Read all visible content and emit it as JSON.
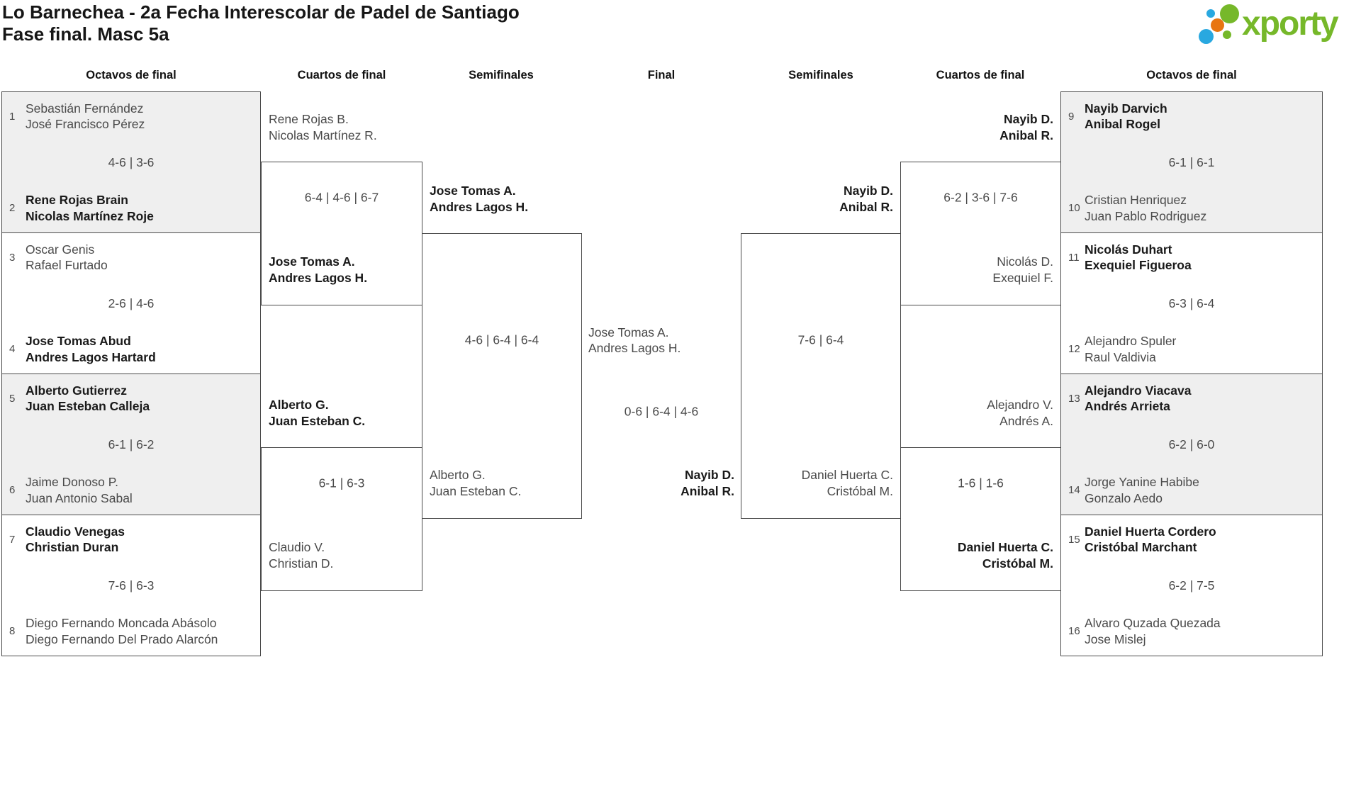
{
  "header": {
    "title_line1": "Lo Barnechea - 2a Fecha Interescolar de Padel de Santiago",
    "title_line2": "Fase final. Masc 5a",
    "brand": "xporty"
  },
  "colors": {
    "brand_green": "#76b82a",
    "dot_blue": "#29a8e0",
    "dot_orange": "#e87511",
    "box_border": "#4a4a4a",
    "shaded_box_bg": "#efefef",
    "text_normal": "#4a4a4a",
    "text_winner": "#1a1a1a"
  },
  "round_headers": [
    "Octavos de final",
    "Cuartos de final",
    "Semifinales",
    "Final",
    "Semifinales",
    "Cuartos de final",
    "Octavos de final"
  ],
  "octavos_left": [
    {
      "seed_top": "1",
      "team_top": [
        "Sebastián Fernández",
        "José Francisco Pérez"
      ],
      "top_winner": false,
      "score": "4-6 | 3-6",
      "seed_bottom": "2",
      "team_bottom": [
        "Rene Rojas Brain",
        "Nicolas Martínez Roje"
      ],
      "bottom_winner": true
    },
    {
      "seed_top": "3",
      "team_top": [
        "Oscar Genis",
        "Rafael Furtado"
      ],
      "top_winner": false,
      "score": "2-6 | 4-6",
      "seed_bottom": "4",
      "team_bottom": [
        "Jose Tomas Abud",
        "Andres Lagos Hartard"
      ],
      "bottom_winner": true
    },
    {
      "seed_top": "5",
      "team_top": [
        "Alberto Gutierrez",
        "Juan Esteban Calleja"
      ],
      "top_winner": true,
      "score": "6-1 | 6-2",
      "seed_bottom": "6",
      "team_bottom": [
        "Jaime Donoso P.",
        "Juan Antonio Sabal"
      ],
      "bottom_winner": false
    },
    {
      "seed_top": "7",
      "team_top": [
        "Claudio Venegas",
        "Christian Duran"
      ],
      "top_winner": true,
      "score": "7-6 | 6-3",
      "seed_bottom": "8",
      "team_bottom": [
        "Diego Fernando Moncada Abásolo",
        "Diego Fernando Del Prado Alarcón"
      ],
      "bottom_winner": false
    }
  ],
  "cuartos_left": [
    {
      "team_top": [
        "Rene Rojas B.",
        "Nicolas Martínez R."
      ],
      "top_winner": false,
      "score": "6-4 | 4-6 | 6-7",
      "team_bottom": [
        "Jose Tomas A.",
        "Andres Lagos H."
      ],
      "bottom_winner": true
    },
    {
      "team_top": [
        "Alberto G.",
        "Juan Esteban C."
      ],
      "top_winner": true,
      "score": "6-1 | 6-3",
      "team_bottom": [
        "Claudio V.",
        "Christian D."
      ],
      "bottom_winner": false
    }
  ],
  "semifinal_left": {
    "team_top": [
      "Jose Tomas A.",
      "Andres Lagos H."
    ],
    "top_winner": true,
    "score": "4-6 | 6-4 | 6-4",
    "team_bottom": [
      "Alberto G.",
      "Juan Esteban C."
    ],
    "bottom_winner": false
  },
  "final": {
    "team_top": [
      "Jose Tomas A.",
      "Andres Lagos H."
    ],
    "top_winner": false,
    "score": "0-6 | 6-4 | 4-6",
    "team_bottom": [
      "Nayib D.",
      "Anibal R."
    ],
    "bottom_winner": true
  },
  "semifinal_right": {
    "team_top": [
      "Nayib D.",
      "Anibal R."
    ],
    "top_winner": true,
    "score": "7-6 | 6-4",
    "team_bottom": [
      "Daniel Huerta C.",
      "Cristóbal M."
    ],
    "bottom_winner": false
  },
  "cuartos_right": [
    {
      "team_top": [
        "Nayib D.",
        "Anibal R."
      ],
      "top_winner": true,
      "score": "6-2 | 3-6 | 7-6",
      "team_bottom": [
        "Nicolás D.",
        "Exequiel F."
      ],
      "bottom_winner": false
    },
    {
      "team_top": [
        "Alejandro V.",
        "Andrés A."
      ],
      "top_winner": false,
      "score": "1-6 | 1-6",
      "team_bottom": [
        "Daniel Huerta C.",
        "Cristóbal M."
      ],
      "bottom_winner": true
    }
  ],
  "octavos_right": [
    {
      "seed_top": "9",
      "team_top": [
        "Nayib Darvich",
        "Anibal Rogel"
      ],
      "top_winner": true,
      "score": "6-1 | 6-1",
      "seed_bottom": "10",
      "team_bottom": [
        "Cristian Henriquez",
        "Juan Pablo Rodriguez"
      ],
      "bottom_winner": false
    },
    {
      "seed_top": "11",
      "team_top": [
        "Nicolás Duhart",
        "Exequiel Figueroa"
      ],
      "top_winner": true,
      "score": "6-3 | 6-4",
      "seed_bottom": "12",
      "team_bottom": [
        "Alejandro Spuler",
        "Raul Valdivia"
      ],
      "bottom_winner": false
    },
    {
      "seed_top": "13",
      "team_top": [
        "Alejandro Viacava",
        "Andrés Arrieta"
      ],
      "top_winner": true,
      "score": "6-2 | 6-0",
      "seed_bottom": "14",
      "team_bottom": [
        "Jorge Yanine Habibe",
        "Gonzalo Aedo"
      ],
      "bottom_winner": false
    },
    {
      "seed_top": "15",
      "team_top": [
        "Daniel Huerta Cordero",
        "Cristóbal Marchant"
      ],
      "top_winner": true,
      "score": "6-2 | 7-5",
      "seed_bottom": "16",
      "team_bottom": [
        "Alvaro Quzada Quezada",
        "Jose Mislej"
      ],
      "bottom_winner": false
    }
  ]
}
